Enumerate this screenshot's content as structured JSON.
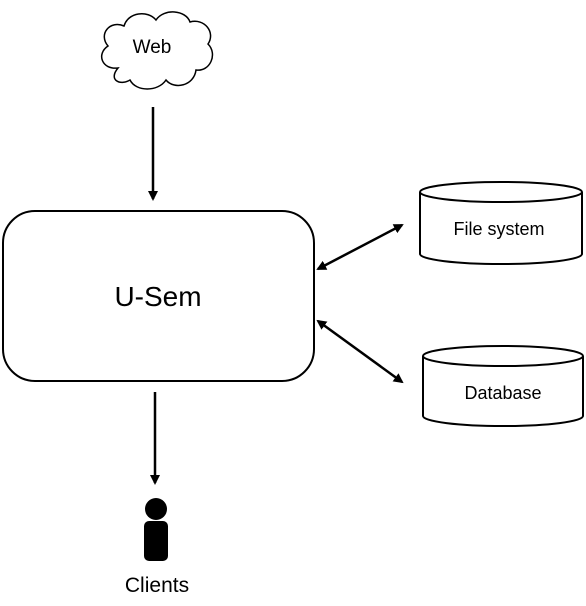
{
  "nodes": {
    "web": {
      "label": "Web"
    },
    "usem": {
      "label": "U-Sem"
    },
    "filesystem": {
      "label": "File system"
    },
    "database": {
      "label": "Database"
    },
    "clients": {
      "label": "Clients"
    }
  },
  "edges": [
    {
      "from": "web",
      "to": "usem",
      "direction": "forward"
    },
    {
      "from": "usem",
      "to": "filesystem",
      "direction": "both"
    },
    {
      "from": "usem",
      "to": "database",
      "direction": "both"
    },
    {
      "from": "usem",
      "to": "clients",
      "direction": "forward"
    }
  ],
  "colors": {
    "stroke": "#000000",
    "fill": "#ffffff",
    "person": "#000000"
  }
}
